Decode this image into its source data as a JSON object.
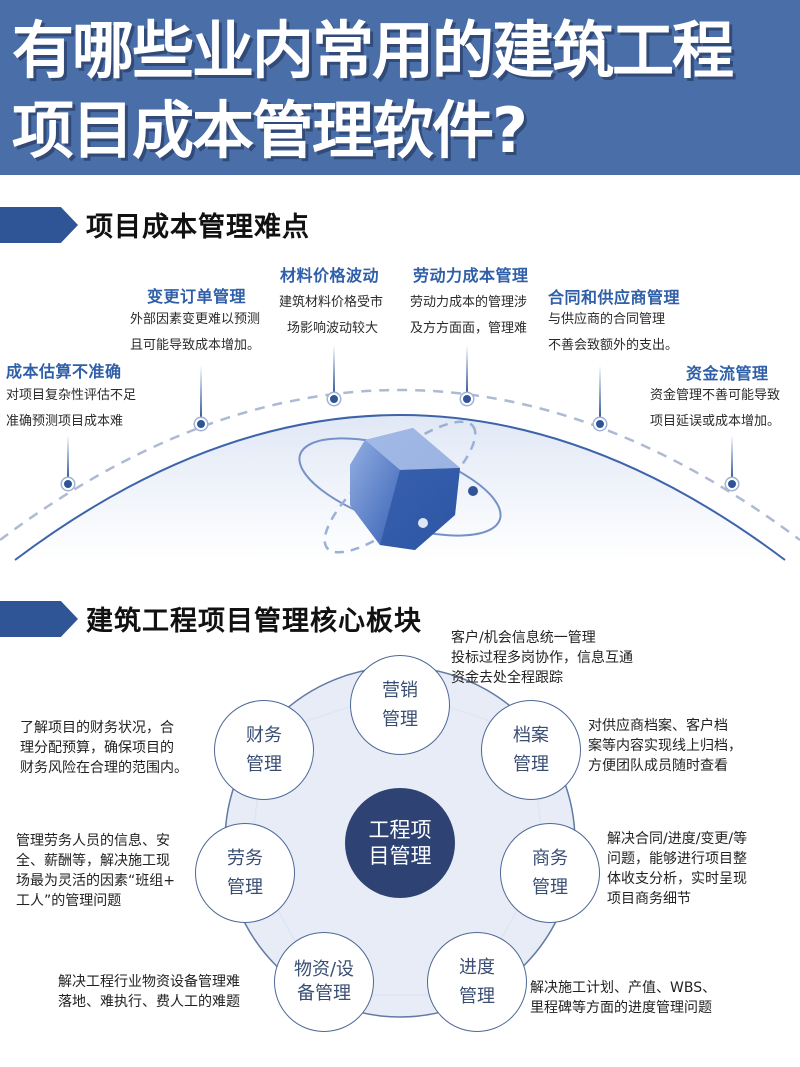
{
  "header": {
    "title_line1": "有哪些业内常用的建筑工程",
    "title_line2": "项目成本管理软件?",
    "background_color": "#4a6ea8"
  },
  "section1": {
    "title": "项目成本管理难点",
    "pain_points": [
      {
        "title": "成本估算不准确",
        "desc_line1": "对项目复杂性评估不足",
        "desc_line2": "准确预测项目成本难"
      },
      {
        "title": "变更订单管理",
        "desc_line1": "外部因素变更难以预测",
        "desc_line2": "且可能导致成本增加。"
      },
      {
        "title": "材料价格波动",
        "desc_line1": "建筑材料价格受市",
        "desc_line2": "场影响波动较大"
      },
      {
        "title": "劳动力成本管理",
        "desc_line1": "劳动力成本的管理涉",
        "desc_line2": "及方方面面，管理难"
      },
      {
        "title": "合同和供应商管理",
        "desc_line1": "与供应商的合同管理",
        "desc_line2": "不善会致额外的支出。"
      },
      {
        "title": "资金流管理",
        "desc_line1": "资金管理不善可能导致",
        "desc_line2": "项目延误或成本增加。"
      }
    ],
    "accent_color": "#2f5fa8"
  },
  "section2": {
    "title": "建筑工程项目管理核心板块",
    "center": {
      "line1": "工程项",
      "line2": "目管理"
    },
    "modules": [
      {
        "line1": "营销",
        "line2": "管理",
        "desc": [
          "客户/机会信息统一管理",
          "投标过程多岗协作，信息互通",
          "资金去处全程跟踪"
        ]
      },
      {
        "line1": "档案",
        "line2": "管理",
        "desc": [
          "对供应商档案、客户档",
          "案等内容实现线上归档，",
          "方便团队成员随时查看"
        ]
      },
      {
        "line1": "商务",
        "line2": "管理",
        "desc": [
          "解决合同/进度/变更/等",
          "问题，能够进行项目整",
          "体收支分析，实时呈现",
          "项目商务细节"
        ]
      },
      {
        "line1": "进度",
        "line2": "管理",
        "desc": [
          "解决施工计划、产值、WBS、",
          "里程碑等方面的进度管理问题"
        ]
      },
      {
        "line1": "物资/设",
        "line2": "备管理",
        "desc": [
          "解决工程行业物资设备管理难",
          "落地、难执行、费人工的难题"
        ]
      },
      {
        "line1": "劳务",
        "line2": "管理",
        "desc": [
          "管理劳务人员的信息、安",
          "全、薪酬等，解决施工现",
          "场最为灵活的因素“班组+",
          "工人”的管理问题"
        ]
      },
      {
        "line1": "财务",
        "line2": "管理",
        "desc": [
          "了解项目的财务状况，合",
          "理分配预算，确保项目的",
          "财务风险在合理的范围内。"
        ]
      }
    ],
    "center_color": "#2e4373",
    "ring_color": "#4e6896"
  }
}
